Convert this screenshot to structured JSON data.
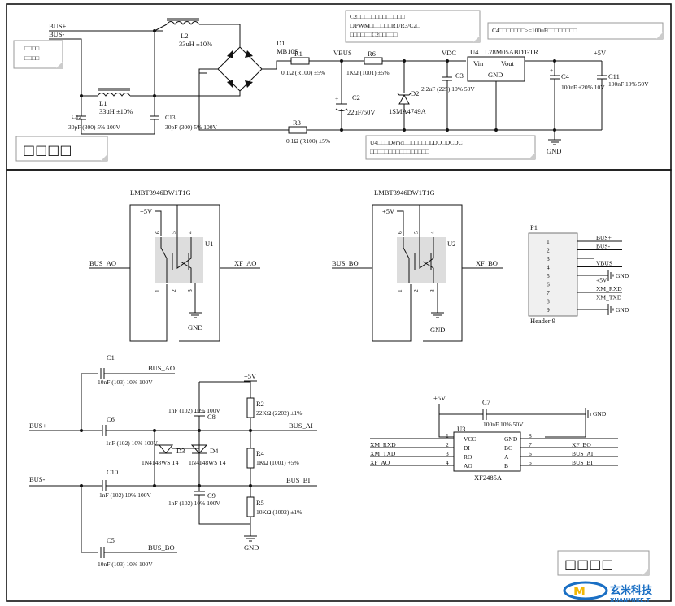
{
  "top": {
    "nets": {
      "bus_plus": "BUS+",
      "bus_minus": "BUS-",
      "vbus": "VBUS",
      "vdc": "VDC",
      "plus5v": "+5V",
      "gnd": "GND"
    },
    "l2": {
      "ref": "L2",
      "value": "33uH ±10%"
    },
    "l1": {
      "ref": "L1",
      "value": "33uH ±10%"
    },
    "c12": {
      "ref": "C12",
      "value": "30pF (300) 5% 100V"
    },
    "c13": {
      "ref": "C13",
      "value": "30pF (300) 5% 100V"
    },
    "d1": {
      "ref": "D1",
      "value": "MB10S"
    },
    "r1": {
      "ref": "R1",
      "value": "0.1Ω (R100) ±5%"
    },
    "r3": {
      "ref": "R3",
      "value": "0.1Ω (R100) ±5%"
    },
    "r6": {
      "ref": "R6",
      "value": "1KΩ (1001) ±5%"
    },
    "c2": {
      "ref": "C2",
      "value": "22uF/50V"
    },
    "d2": {
      "ref": "D2",
      "value": "1SMA4749A"
    },
    "c3": {
      "ref": "C3",
      "value": "2.2uF (225) 10% 50V"
    },
    "u4": {
      "ref": "U4",
      "part": "L78M05ABDT-TR",
      "vin": "Vin",
      "vout": "Vout",
      "gnd": "GND"
    },
    "c4": {
      "ref": "C4",
      "value": "100nF ±20% 10V"
    },
    "c11": {
      "ref": "C11",
      "value": "100nF 10% 50V"
    },
    "notes": {
      "note_left": "□□□□\n□□□□",
      "note_c2": "C2□□□□□□□□□□□□□\n□/PWM□□□□□□R1/R3/C2□\n□□□□□□C2□□□□□",
      "note_c4": "C4□□□□□□□>=100uF□□□□□□□□",
      "note_u4": "U4□□□Demo□□□□□□□LDO□DCDC\n□□□□□□□□□□□□□□□□",
      "box_left": "□□□□"
    }
  },
  "mid": {
    "u1": {
      "ref": "U1",
      "part": "LMBT3946DW1T1G",
      "in": "BUS_AO",
      "out": "XF_AO",
      "plus5v": "+5V",
      "gnd": "GND"
    },
    "u2": {
      "ref": "U2",
      "part": "LMBT3946DW1T1G",
      "in": "BUS_BO",
      "out": "XF_BO",
      "plus5v": "+5V",
      "gnd": "GND"
    },
    "pins": {
      "p1": "1",
      "p2": "2",
      "p3": "3",
      "p4": "4",
      "p5": "5",
      "p6": "6"
    },
    "header": {
      "ref": "P1",
      "name": "Header 9",
      "pins": [
        "1",
        "2",
        "3",
        "4",
        "5",
        "6",
        "7",
        "8",
        "9"
      ],
      "nets": [
        "BUS+",
        "BUS-",
        "",
        "VBUS",
        "GND",
        "+5V",
        "XM_RXD",
        "XM_TXD",
        "GND"
      ]
    }
  },
  "bottom": {
    "nets": {
      "bus_plus": "BUS+",
      "bus_minus": "BUS-",
      "bus_ao": "BUS_AO",
      "bus_bo": "BUS_BO",
      "bus_ai": "BUS_AI",
      "bus_bi": "BUS_BI",
      "plus5v": "+5V",
      "gnd": "GND"
    },
    "c1": {
      "ref": "C1",
      "value": "10nF (103) 10% 100V"
    },
    "c6": {
      "ref": "C6",
      "value": "1nF (102) 10% 100V"
    },
    "c10": {
      "ref": "C10",
      "value": "1nF (102) 10% 100V"
    },
    "c5": {
      "ref": "C5",
      "value": "10nF (103) 10% 100V"
    },
    "c8": {
      "ref": "C8",
      "value": "1nF (102) 10% 100V"
    },
    "c9": {
      "ref": "C9",
      "value": "1nF (102) 10% 100V"
    },
    "d3": {
      "ref": "D3",
      "value": "1N4148WS T4"
    },
    "d4": {
      "ref": "D4",
      "value": "1N4148WS T4"
    },
    "r2": {
      "ref": "R2",
      "value": "22KΩ (2202) ±1%"
    },
    "r4": {
      "ref": "R4",
      "value": "1KΩ (1001) +5%"
    },
    "r5": {
      "ref": "R5",
      "value": "10KΩ (1002) ±1%"
    },
    "c7": {
      "ref": "C7",
      "value": "100nF 10% 50V"
    },
    "u3": {
      "ref": "U3",
      "part": "XF2485A",
      "left_pins": [
        {
          "n": "1",
          "name": "VCC"
        },
        {
          "n": "2",
          "name": "DI"
        },
        {
          "n": "3",
          "name": "RO"
        },
        {
          "n": "4",
          "name": "AO"
        }
      ],
      "right_pins": [
        {
          "n": "8",
          "name": "GND"
        },
        {
          "n": "7",
          "name": "BO"
        },
        {
          "n": "6",
          "name": "A"
        },
        {
          "n": "5",
          "name": "B"
        }
      ],
      "left_nets": [
        "",
        "XM_RXD",
        "XM_TXD",
        "XF_AO"
      ],
      "right_nets": [
        "",
        "XF_BO",
        "BUS_AI",
        "BUS_BI"
      ]
    },
    "box_right": "□□□□"
  },
  "logo": {
    "name": "玄米科技",
    "sub": "XUANMIKE.T"
  },
  "colors": {
    "line": "#111111",
    "note_border": "#999999",
    "logo_blue": "#1a6fc4",
    "logo_yellow": "#f2b705"
  }
}
